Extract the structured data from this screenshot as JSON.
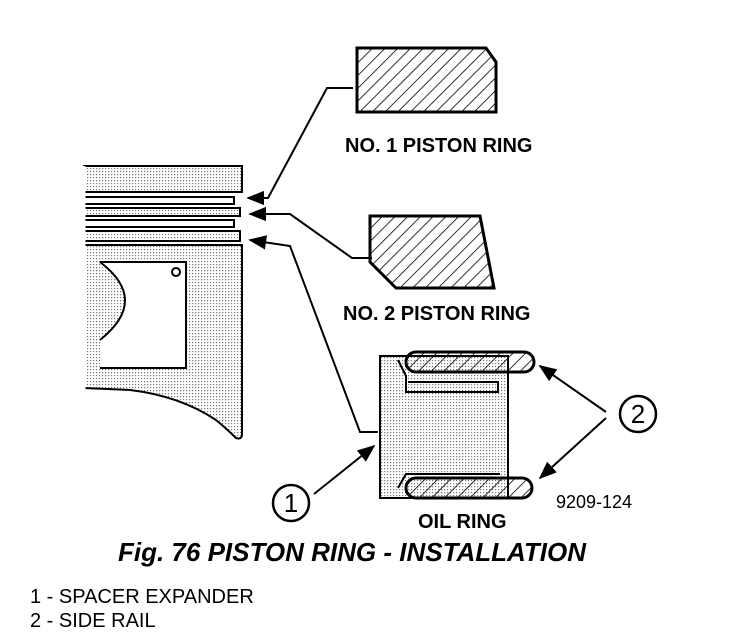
{
  "figure": {
    "caption": "Fig. 76 PISTON RING - INSTALLATION",
    "code": "9209-124"
  },
  "labels": {
    "ring1": "NO. 1 PISTON RING",
    "ring2": "NO. 2 PISTON RING",
    "oil_ring": "OIL RING"
  },
  "callouts": [
    "1",
    "2"
  ],
  "legend": [
    {
      "text": "1 - SPACER EXPANDER"
    },
    {
      "text": "2 - SIDE RAIL"
    }
  ]
}
